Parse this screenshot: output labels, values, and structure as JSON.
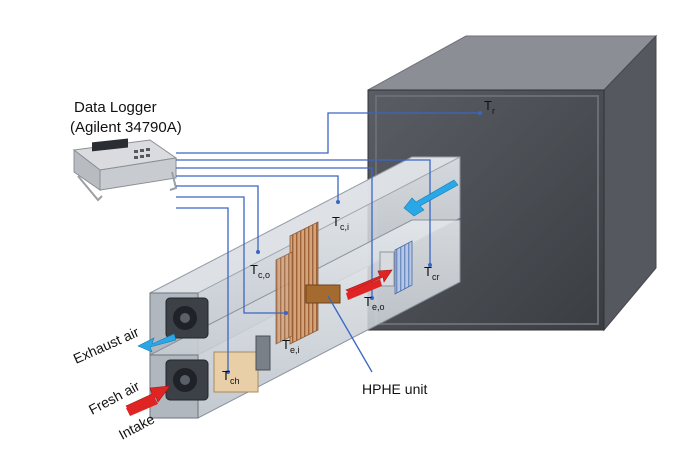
{
  "logger": {
    "title_line1": "Data Logger",
    "title_line2": "(Agilent 34790A)"
  },
  "sensors": {
    "tr": {
      "main": "T",
      "sub": "r"
    },
    "tci": {
      "main": "T",
      "sub": "c,i"
    },
    "tco": {
      "main": "T",
      "sub": "c,o"
    },
    "tcr": {
      "main": "T",
      "sub": "cr"
    },
    "teo": {
      "main": "T",
      "sub": "e,o"
    },
    "tei": {
      "main": "T",
      "sub": "e,i"
    },
    "tch": {
      "main": "T",
      "sub": "ch"
    }
  },
  "labels": {
    "exhaust": "Exhaust air",
    "fresh": "Fresh air",
    "intake": "Intake",
    "hphe": "HPHE unit"
  },
  "colors": {
    "wire": "#3a66c4",
    "arrow_blue": "#2aa7e6",
    "arrow_red": "#e02424",
    "box_dark": "#4a4d52",
    "duct_glass": "#c9cfd6"
  }
}
